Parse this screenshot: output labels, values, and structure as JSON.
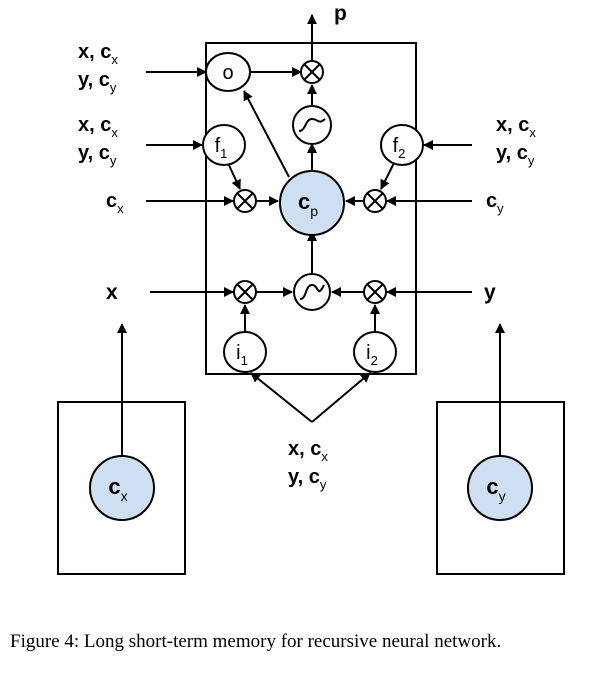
{
  "diagram": {
    "output_label": "p",
    "inputs": {
      "o_gate": {
        "line1": "x, c",
        "line1_sub": "x",
        "line2": "y, c",
        "line2_sub": "y"
      },
      "f_gates": {
        "line1": "x, c",
        "line1_sub": "x",
        "line2": "y, c",
        "line2_sub": "y"
      },
      "f2_gate": {
        "line1": "x, c",
        "line1_sub": "x",
        "line2": "y, c",
        "line2_sub": "y"
      },
      "cx": {
        "main": "c",
        "sub": "x"
      },
      "cy": {
        "main": "c",
        "sub": "y"
      },
      "x": "x",
      "y": "y",
      "i_gates": {
        "line1": "x, c",
        "line1_sub": "x",
        "line2": "y, c",
        "line2_sub": "y"
      }
    },
    "nodes": {
      "o": "o",
      "f1": {
        "main": "f",
        "sub": "1"
      },
      "f2": {
        "main": "f",
        "sub": "2"
      },
      "cp": {
        "main": "c",
        "sub": "p"
      },
      "i1": {
        "main": "i",
        "sub": "1"
      },
      "i2": {
        "main": "i",
        "sub": "2"
      }
    },
    "children": {
      "left": {
        "main": "c",
        "sub": "x"
      },
      "right": {
        "main": "c",
        "sub": "y"
      }
    },
    "colors": {
      "cell_fill": "#cfdff2",
      "stroke": "#000000"
    }
  },
  "caption": "Figure 4: Long short-term memory for recursive neural network."
}
